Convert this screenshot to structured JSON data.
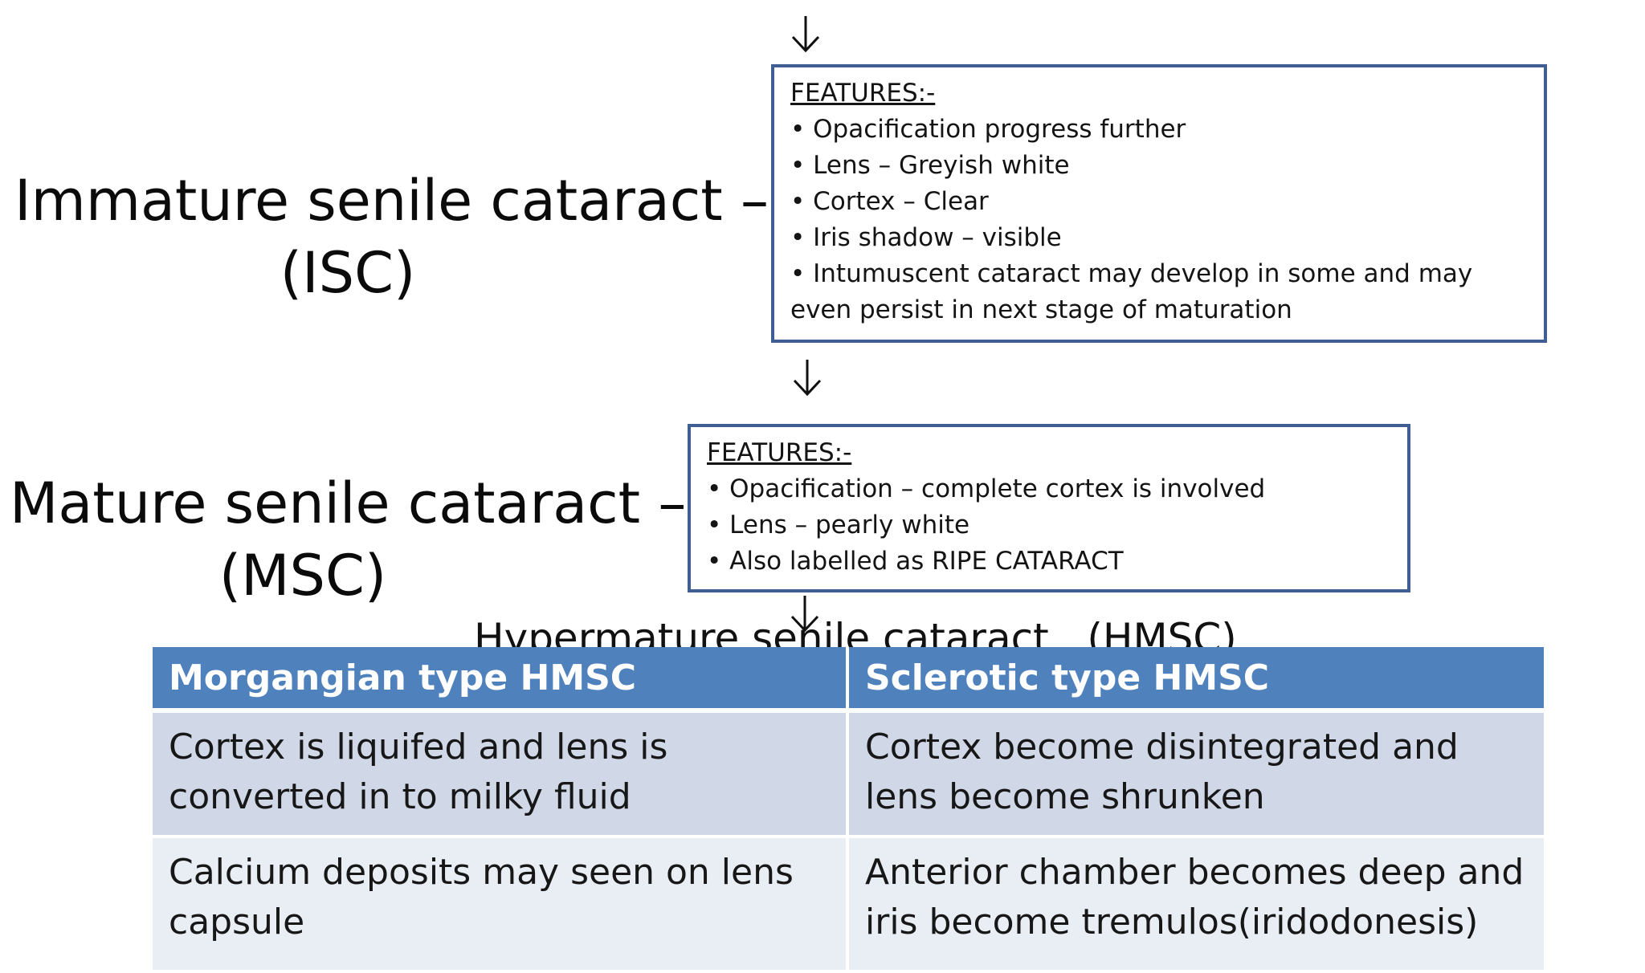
{
  "stages": [
    {
      "title_line1": "Immature senile cataract –",
      "title_line2": "(ISC)",
      "features_header": "FEATURES:-",
      "features": [
        "Opacification progress further",
        "Lens – Greyish white",
        "Cortex – Clear",
        "Iris shadow – visible",
        "Intumuscent cataract may develop in some and may even persist in next stage of maturation"
      ]
    },
    {
      "title_line1": "Mature senile cataract –",
      "title_line2": "(MSC)",
      "features_header": "FEATURES:-",
      "features": [
        "Opacification – complete cortex is involved",
        "Lens – pearly white",
        "Also labelled as RIPE CATARACT"
      ]
    }
  ],
  "hypermature": {
    "title": "Hypermature senile cataract   (HMSC)",
    "table": {
      "headers": [
        "Morgangian  type HMSC",
        "Sclerotic type HMSC"
      ],
      "rows": [
        [
          "Cortex is liquifed and lens is converted in to milky fluid",
          "Cortex become disintegrated and lens become shrunken"
        ],
        [
          "Calcium deposits may seen on lens capsule",
          "Anterior chamber becomes deep and iris become tremulos(iridodonesis)"
        ]
      ]
    }
  },
  "colors": {
    "box_border": "#3f5f93",
    "table_header": "#4f81bd",
    "row_odd": "#d0d8e8",
    "row_even": "#e9edf4"
  }
}
